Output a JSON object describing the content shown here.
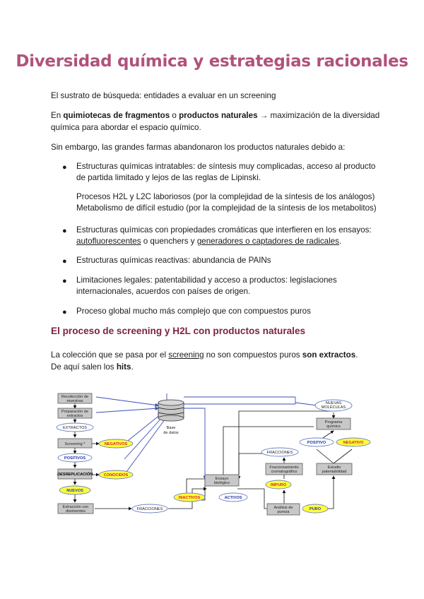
{
  "title": "Diversidad química y estrategias racionales",
  "intro": "El sustrato de búsqueda: entidades a evaluar en un screening",
  "para2": {
    "a": "En ",
    "b": "quimiotecas de fragmentos",
    "c": " o ",
    "d": "productos naturales",
    "e": " → maximización de la diversidad",
    "line2": "química para abordar el espacio químico."
  },
  "para3": "Sin embargo, las grandes farmas abandonaron los productos naturales debido a:",
  "bullets": {
    "b1": {
      "l1": "Estructuras químicas intratables: de síntesis muy complicadas, acceso al producto",
      "l2": "de partida limitado y lejos de las reglas de Lipinski.",
      "l3": "Procesos H2L y L2C laboriosos (por la complejidad de la síntesis de los análogos)",
      "l4": "Metabolismo de difícil estudio (por la complejidad de la síntesis de los metabolitos)"
    },
    "b2": {
      "l1": "Estructuras químicas con propiedades cromáticas que interfieren en los ensayos:",
      "u1": "autofluorescentes",
      "m": " o quenchers y ",
      "u2": "generadores o captadores de radicales",
      "end": "."
    },
    "b3": "Estructuras químicas reactivas: abundancia de PAINs",
    "b4": {
      "l1": "Limitaciones legales: patentabilidad y acceso a productos: legislaciones",
      "l2": "internacionales, acuerdos con países de origen."
    },
    "b5": "Proceso global mucho más complejo que con compuestos puros"
  },
  "heading2": "El proceso de screening y H2L con productos naturales",
  "para4": {
    "a": "La colección que se pasa por el ",
    "u": "screening",
    "b": " no son compuestos puros ",
    "c": "son extractos",
    "d": ".",
    "l2a": "De aquí salen los ",
    "l2b": "hits",
    "l2c": "."
  },
  "diagram": {
    "recoleccion_1": "Recolección de",
    "recoleccion_2": "muestras",
    "preparacion_1": "Preparación de",
    "preparacion_2": "extractos",
    "extractos": "EXTRACTOS",
    "screening": "Screening *",
    "negativos_l": "NEGATIVOS",
    "positivos_l": "POSITIVOS",
    "desreplicacion": "DESREPLICACIÓN",
    "conocidos": "CONOCIDOS",
    "nuevos": "NUEVOS",
    "extraccion_1": "Extracción con",
    "extraccion_2": "disolventes",
    "fracciones_1": "FRACCIONES",
    "base_1": "Base",
    "base_2": "de datos",
    "ensayo_1": "Ensayo",
    "ensayo_2": "biológico",
    "inactivos": "INACTIVOS",
    "activos": "ACTIVOS",
    "fracciones_2": "FRACCIONES",
    "fracc_1": "Fraccionamiento",
    "fracc_2": "cromatográfico",
    "impuro": "IMPURO",
    "analisis_1": "Análisis de",
    "analisis_2": "pureza",
    "puro": "PURO",
    "nuevas_1": "NUEVAS",
    "nuevas_2": "MOLÉCULAS",
    "programa_1": "Programa",
    "programa_2": "químico",
    "positivo_r": "POSITIVO",
    "negativo_r": "NEGATIVO",
    "estudio_1": "Estudio",
    "estudio_2": "patentabilidad"
  }
}
